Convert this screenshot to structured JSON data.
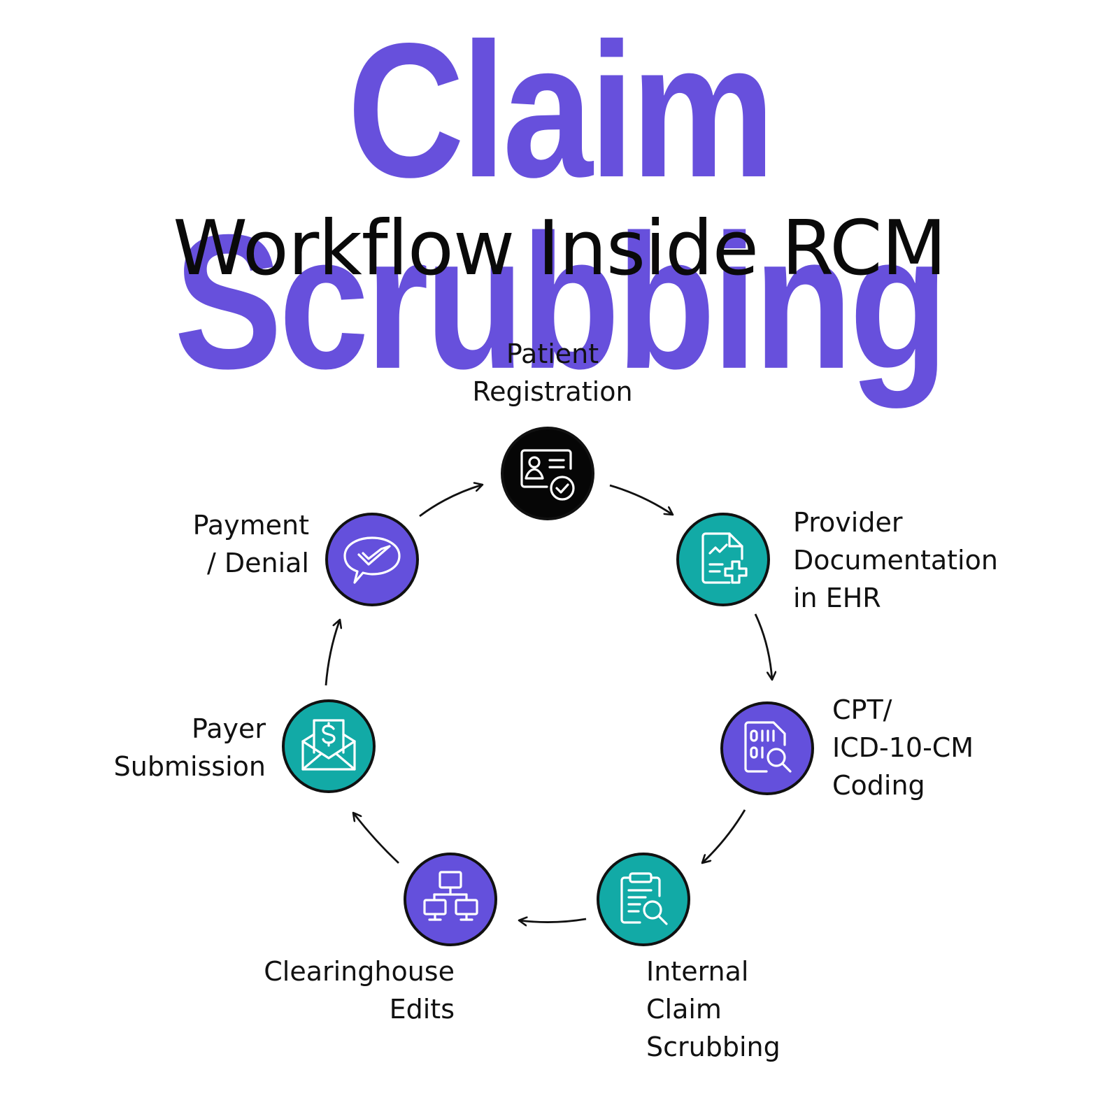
{
  "title": {
    "main": "Claim Scrubbing",
    "sub": "Workflow Inside RCM"
  },
  "colors": {
    "title": "#6750dc",
    "purple": "#6450dc",
    "teal": "#12aaa6",
    "black": "#060606",
    "stroke": "#111111"
  },
  "steps": [
    {
      "label": "Patient\nRegistration",
      "icon": "id-card-check-icon",
      "color": "black"
    },
    {
      "label": "Provider\nDocumentation\nin EHR",
      "icon": "document-plus-icon",
      "color": "teal"
    },
    {
      "label": "CPT/\nICD-10-CM\nCoding",
      "icon": "binary-search-icon",
      "color": "purple"
    },
    {
      "label": "Internal\nClaim\nScrubbing",
      "icon": "clipboard-search-icon",
      "color": "teal"
    },
    {
      "label": "Clearinghouse\nEdits",
      "icon": "network-computers-icon",
      "color": "purple"
    },
    {
      "label": "Payer\nSubmission",
      "icon": "envelope-dollar-icon",
      "color": "teal"
    },
    {
      "label": "Payment\n/ Denial",
      "icon": "chat-check-icon",
      "color": "purple"
    }
  ]
}
